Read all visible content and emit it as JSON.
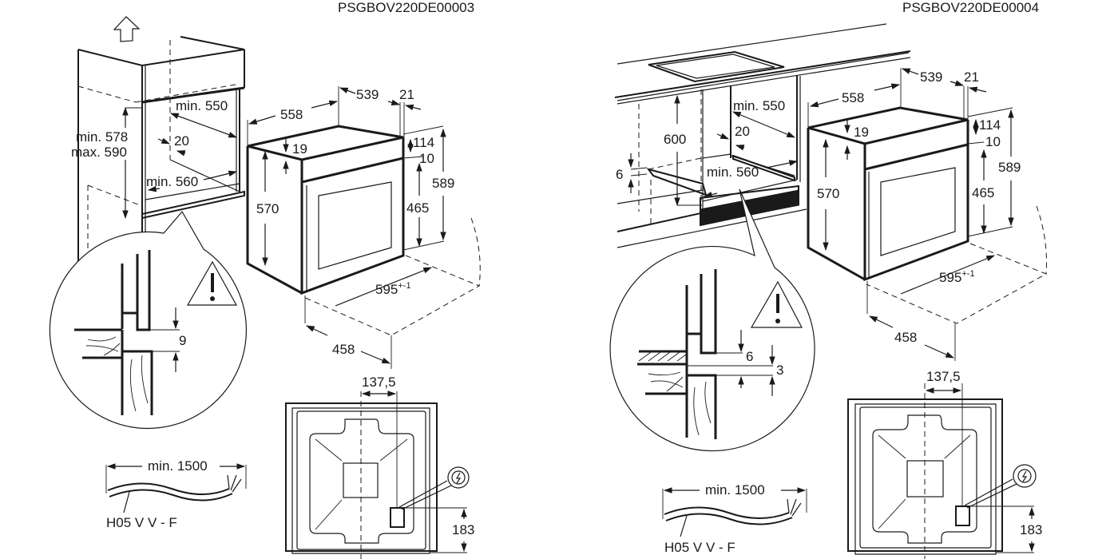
{
  "diagram_left": {
    "code": "PSGBOV220DE00003",
    "cabinet": {
      "height_min": "min. 578",
      "height_max": "max. 590",
      "depth_min": "min. 550",
      "gap": "20",
      "width_min": "min. 560"
    },
    "oven": {
      "width": "558",
      "depth": "539",
      "door": "21",
      "top_offset": "19",
      "panel": "114",
      "panel_gap": "10",
      "body_height": "570",
      "inner_height": "465",
      "total_height": "589",
      "front_width": "595",
      "front_width_tolerance": "+-1",
      "door_open": "458"
    },
    "detail": {
      "gap": "9"
    },
    "rear": {
      "offset": "137,5",
      "socket_height": "183"
    },
    "cable": {
      "length": "min. 1500",
      "type": "H05 V V - F"
    }
  },
  "diagram_right": {
    "code": "PSGBOV220DE00004",
    "cabinet": {
      "worktop_height": "600",
      "support_gap": "6",
      "depth_min": "min. 550",
      "gap": "20",
      "width_min": "min. 560"
    },
    "oven": {
      "width": "558",
      "depth": "539",
      "door": "21",
      "top_offset": "19",
      "panel": "114",
      "panel_gap": "10",
      "body_height": "570",
      "inner_height": "465",
      "total_height": "589",
      "front_width": "595",
      "front_width_tolerance": "+-1",
      "door_open": "458"
    },
    "detail": {
      "gap_top": "6",
      "gap_bottom": "3"
    },
    "rear": {
      "offset": "137,5",
      "socket_height": "183"
    },
    "cable": {
      "length": "min. 1500",
      "type": "H05 V V - F"
    }
  },
  "icons": [
    "up-arrow-icon",
    "warning-icon",
    "electric-socket-icon"
  ]
}
